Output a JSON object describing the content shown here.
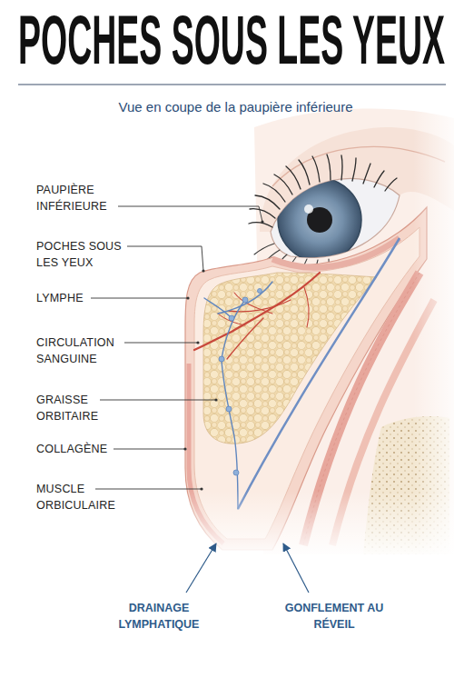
{
  "diagram": {
    "title": "POCHES SOUS LES YEUX",
    "labels": [
      "Vue en coupe de la paupière inférieure",
      "PAUPIÈRE INFÉRIEURE",
      "POCHES SOUS LES YEUX",
      "LYMPHE",
      "CIRCULATION SANGUINE",
      "GRAISSE ORBITAIRE",
      "COLLAGÈNE",
      "MUSCLE ORBICULAIRE",
      "DRAINAGE LYMPHATIQUE",
      "GONFLEMENT AU RÉVEIL"
    ]
  }
}
